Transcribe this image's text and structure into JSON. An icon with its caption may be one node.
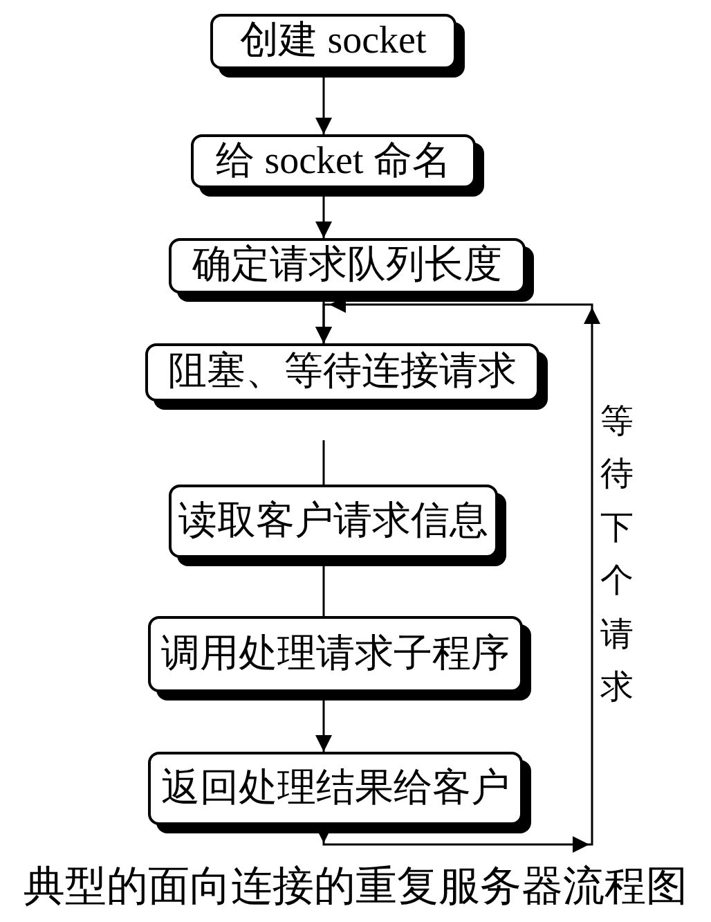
{
  "diagram": {
    "caption": "典型的面向连接的重复服务器流程图",
    "nodes": [
      {
        "text": [
          "创建 socket"
        ]
      },
      {
        "text": [
          "给 socket 命名"
        ]
      },
      {
        "text": [
          "确定请求队列长度"
        ]
      },
      {
        "text": [
          "阻塞、等待连接请求"
        ]
      },
      {
        "text": [
          "读取客户请求信息"
        ]
      },
      {
        "text": [
          "调用处理请求子程序"
        ]
      },
      {
        "text": [
          "返回处理结果给客户"
        ]
      }
    ],
    "edges": [
      {
        "from": 0,
        "to": 1,
        "arrow": "to"
      },
      {
        "from": 1,
        "to": 2,
        "arrow": "to"
      },
      {
        "from": 2,
        "to": 3,
        "arrow": "to"
      },
      {
        "from": null,
        "to": 4,
        "arrow": "none"
      },
      {
        "from": 4,
        "to": 5,
        "arrow": "none"
      },
      {
        "from": 5,
        "to": 6,
        "arrow": "to"
      },
      {
        "from": 6,
        "to": 3,
        "arrow": "to",
        "label": "等待下个请求"
      }
    ]
  }
}
